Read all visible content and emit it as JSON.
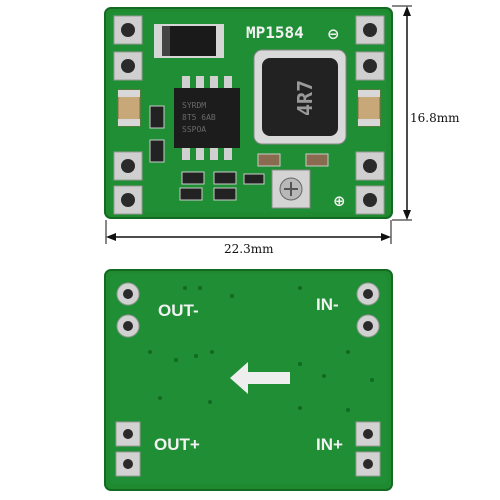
{
  "top_board": {
    "chip_label": "MP1584",
    "inductor_label": "4R7",
    "ic_marking_line1": "SYRDM",
    "ic_marking_line2": "8T5 6AB",
    "ic_marking_line3": "SSPOA",
    "minus_symbol": "⊖",
    "plus_symbol": "⊕"
  },
  "dimensions": {
    "height_label": "16.8mm",
    "width_label": "22.3mm"
  },
  "bottom_board": {
    "out_minus": "OUT-",
    "in_minus": "IN-",
    "out_plus": "OUT+",
    "in_plus": "IN+"
  },
  "colors": {
    "pcb_green": "#1f8a2f",
    "pcb_dark": "#136a22",
    "pad_gold": "#c9c9c9",
    "silk": "#f2f2f2"
  }
}
